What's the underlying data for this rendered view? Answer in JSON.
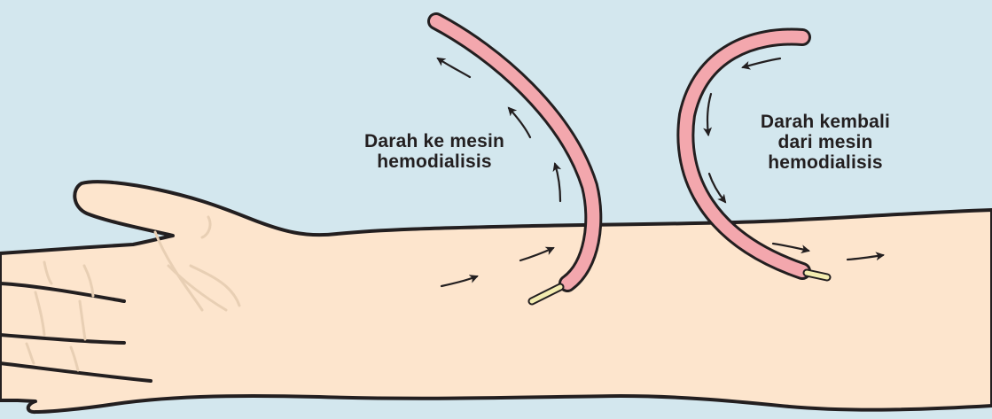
{
  "labels": {
    "to_machine": {
      "line1": "Darah ke mesin",
      "line2": "hemodialisis"
    },
    "from_machine": {
      "line1": "Darah kembali",
      "line2": "dari mesin",
      "line3": "hemodialisis"
    }
  },
  "colors": {
    "background": "#d3e7ee",
    "skin": "#fde5cd",
    "outline": "#231f20",
    "tube": "#f3a7ad",
    "needle": "#f3ecb0",
    "crease": "#e8cfb4"
  },
  "icons": [
    "arrow-icon",
    "tube-icon",
    "needle-icon"
  ]
}
